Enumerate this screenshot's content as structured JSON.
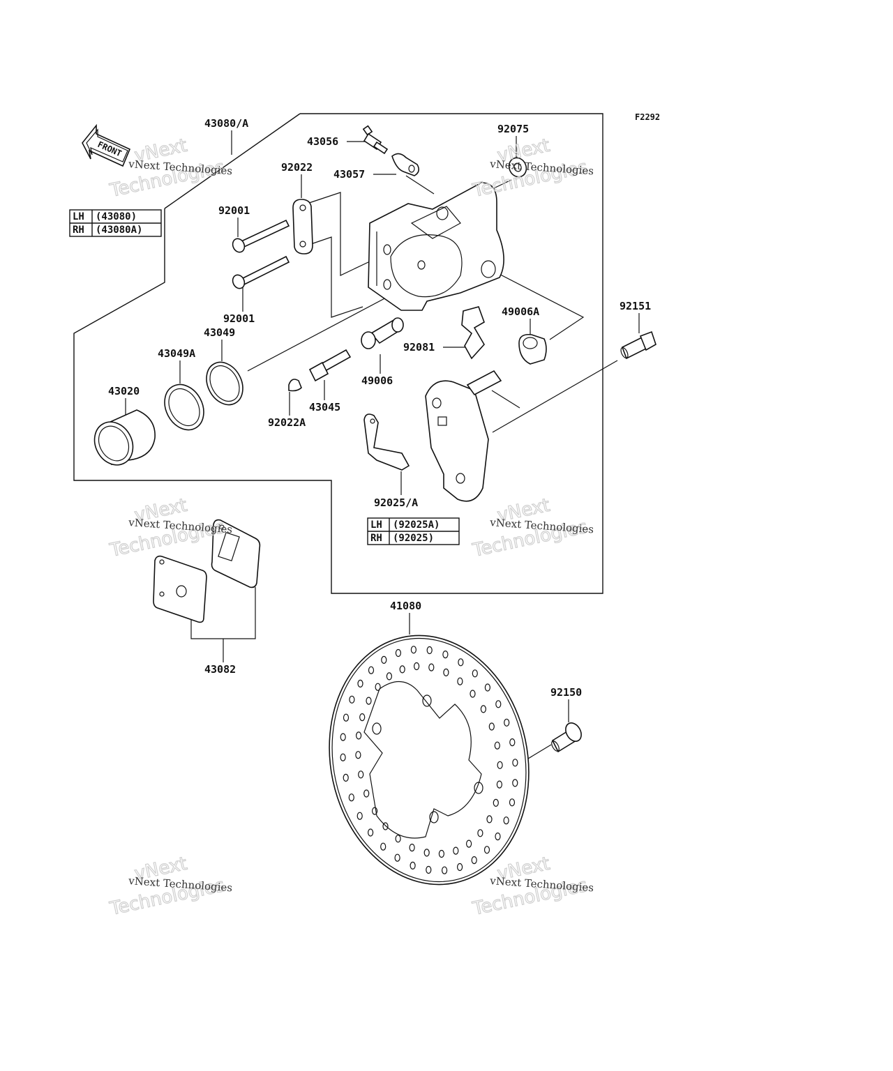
{
  "figure_code": "F2292",
  "front_arrow_text": "FRONT",
  "labels": {
    "p43080A": "43080/A",
    "p43056": "43056",
    "p43057": "43057",
    "p92075": "92075",
    "p92022": "92022",
    "p92001a": "92001",
    "p92001b": "92001",
    "p43049": "43049",
    "p43049A": "43049A",
    "p43020": "43020",
    "p92151": "92151",
    "p49006A": "49006A",
    "p92081": "92081",
    "p49006": "49006",
    "p43045": "43045",
    "p92022A": "92022A",
    "p92025A": "92025/A",
    "p43082": "43082",
    "p41080": "41080",
    "p92150": "92150"
  },
  "table_caliper": {
    "rows": [
      {
        "side": "LH",
        "part": "(43080)"
      },
      {
        "side": "RH",
        "part": "(43080A)"
      }
    ]
  },
  "table_bracket": {
    "rows": [
      {
        "side": "LH",
        "part": "(92025A)"
      },
      {
        "side": "RH",
        "part": "(92025)"
      }
    ]
  },
  "watermark": {
    "line1": "vNext",
    "line2": "Technologies",
    "small": "vNext Technologies"
  }
}
